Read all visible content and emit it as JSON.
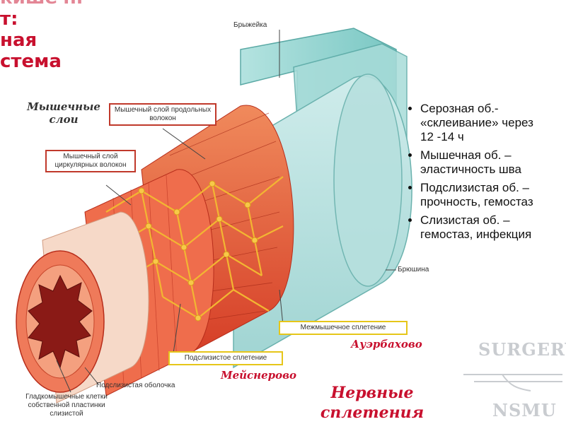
{
  "title_fragment": {
    "line1": "кишечн",
    "line2": "т:",
    "line3": "ная",
    "line4": "стема"
  },
  "labels": {
    "muscle_layers": "Мышечные слои",
    "longitudinal": "Мышечный слой продольных волокон",
    "circular": "Мышечный слой циркулярных волокон",
    "mesentery": "Брыжейка",
    "serosa": "Брюшина",
    "myenteric_plexus": "Межмышечное сплетение",
    "auerbach": "Ауэрбахово",
    "submucosal_plexus": "Подслизистое сплетение",
    "meissner": "Мейснерово",
    "submucosa": "Подслизистая оболочка",
    "lamina_propria": "Гладкомышечные клетки собственной пластинки слизистой",
    "nerve_plexuses": "Нервные сплетения"
  },
  "bullets": [
    "Серозная об.- «склеивание» через 12 -14 ч",
    "Мышечная об. – эластичность шва",
    "Подслизистая об. – прочность, гемостаз",
    "Слизистая об. – гемостаз, инфекция"
  ],
  "watermark": {
    "line1": "SURGERY",
    "line2": "NSMU"
  },
  "colors": {
    "title_red": "#c8102e",
    "muscle_red": "#e8543a",
    "mesentery_teal": "#8fd3d0",
    "box_red": "#c0392b",
    "box_yellow": "#e6c619"
  }
}
